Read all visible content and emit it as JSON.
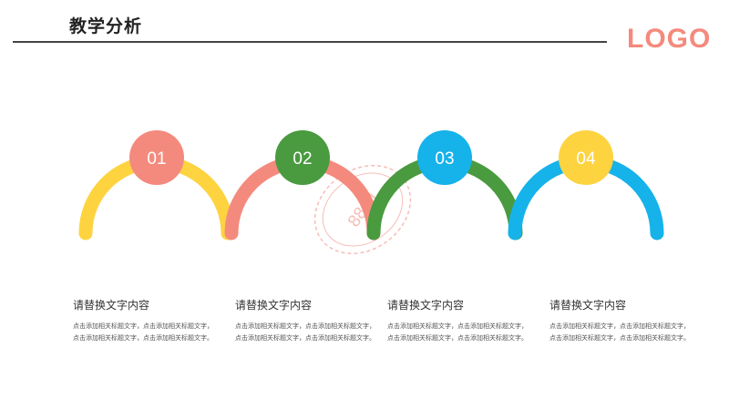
{
  "header": {
    "title": "教学分析",
    "logo": "LOGO"
  },
  "colors": {
    "pink": "#f48a7d",
    "yellow": "#fdd340",
    "green": "#4a9a3f",
    "blue": "#16b2ea",
    "title_rule": "#444444"
  },
  "watermark": {
    "text": "88su"
  },
  "steps": [
    {
      "number": "01",
      "color": "#f48a7d",
      "arc_color": "#fdd340",
      "heading": "请替换文字内容",
      "body": "点击添加相关标题文字，点击添加相关标题文字，点击添加相关标题文字，点击添加相关标题文字。"
    },
    {
      "number": "02",
      "color": "#4a9a3f",
      "arc_color": "#f48a7d",
      "heading": "请替换文字内容",
      "body": "点击添加相关标题文字，点击添加相关标题文字，点击添加相关标题文字，点击添加相关标题文字。"
    },
    {
      "number": "03",
      "color": "#16b2ea",
      "arc_color": "#4a9a3f",
      "heading": "请替换文字内容",
      "body": "点击添加相关标题文字，点击添加相关标题文字，点击添加相关标题文字，点击添加相关标题文字。"
    },
    {
      "number": "04",
      "color": "#fdd340",
      "arc_color": "#16b2ea",
      "heading": "请替换文字内容",
      "body": "点击添加相关标题文字，点击添加相关标题文字，点击添加相关标题文字，点击添加相关标题文字。"
    }
  ]
}
